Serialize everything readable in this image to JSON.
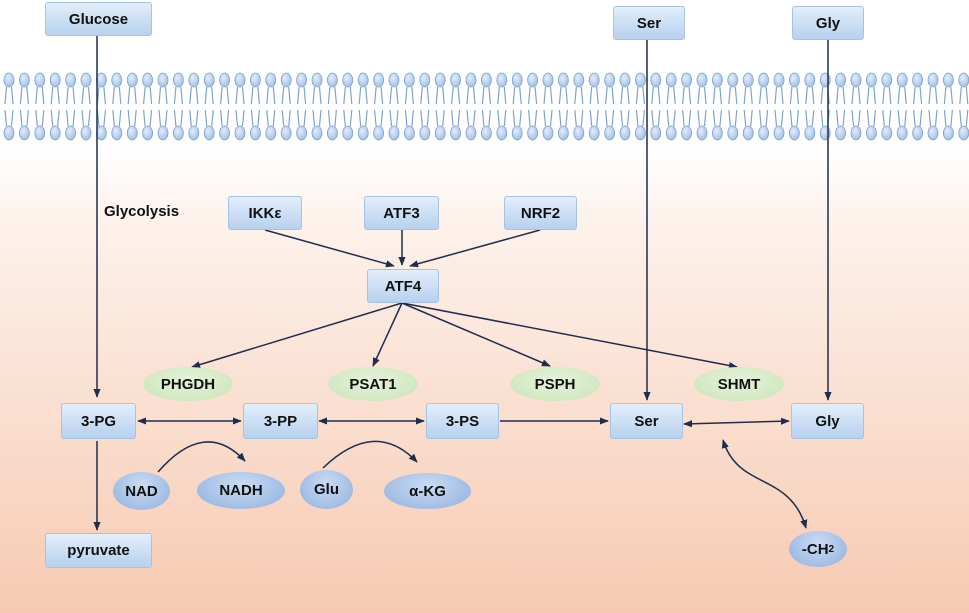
{
  "diagram": {
    "extracellular": {
      "glucose": "Glucose",
      "ser": "Ser",
      "gly": "Gly"
    },
    "labels": {
      "glycolysis": "Glycolysis"
    },
    "regulators": {
      "ikke": "IKKε",
      "atf3": "ATF3",
      "nrf2": "NRF2",
      "atf4": "ATF4"
    },
    "enzymes": {
      "phgdh": "PHGDH",
      "psat1": "PSAT1",
      "psph": "PSPH",
      "shmt": "SHMT"
    },
    "metabolites": {
      "pg3": "3-PG",
      "pp3": "3-PP",
      "ps3": "3-PS",
      "ser": "Ser",
      "gly": "Gly",
      "pyruvate": "pyruvate"
    },
    "cofactors": {
      "nad": "NAD",
      "nadh": "NADH",
      "glu": "Glu",
      "akg": "α-KG",
      "ch2": "-CH",
      "ch2_sub": "2"
    }
  },
  "colors": {
    "box_fill": "#c9dcf2",
    "enzyme_fill": "#d6ebc8",
    "cofactor_fill": "#a9c3e8",
    "arrow": "#1f2d4d",
    "membrane_head": "#a9c7ec",
    "cytoplasm_gradient": [
      "#ffffff",
      "#f7cfb8"
    ]
  }
}
